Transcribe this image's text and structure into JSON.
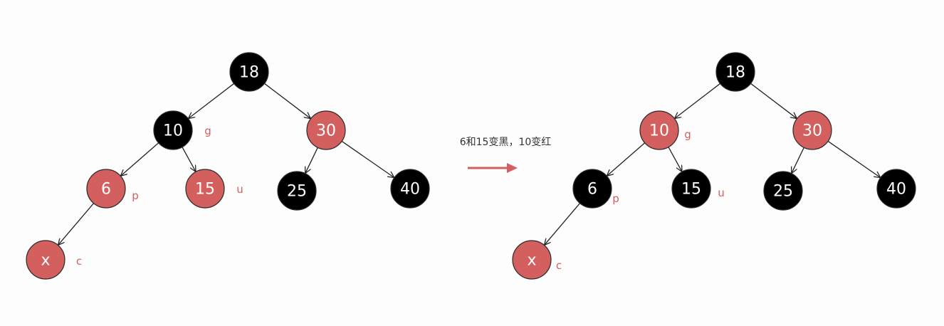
{
  "colors": {
    "red_node": "#d35f5f",
    "black_node": "#000000",
    "node_stroke": "#2a2a2a",
    "node_text": "#ffffff",
    "tag_text": "#d35f5f",
    "edge": "#222222",
    "arrow": "#d35f5f",
    "caption_text": "#333333"
  },
  "transition": {
    "caption": "6和15变黑，10变红"
  },
  "before": {
    "nodes": [
      {
        "id": "n18",
        "label": "18",
        "color": "black",
        "tag": ""
      },
      {
        "id": "n10",
        "label": "10",
        "color": "black",
        "tag": "g"
      },
      {
        "id": "n30",
        "label": "30",
        "color": "red",
        "tag": ""
      },
      {
        "id": "n6",
        "label": "6",
        "color": "red",
        "tag": "p"
      },
      {
        "id": "n15",
        "label": "15",
        "color": "red",
        "tag": "u"
      },
      {
        "id": "n25",
        "label": "25",
        "color": "black",
        "tag": ""
      },
      {
        "id": "n40",
        "label": "40",
        "color": "black",
        "tag": ""
      },
      {
        "id": "nx",
        "label": "x",
        "color": "red",
        "tag": "c"
      }
    ],
    "edges": [
      [
        "n18",
        "n10"
      ],
      [
        "n18",
        "n30"
      ],
      [
        "n10",
        "n6"
      ],
      [
        "n10",
        "n15"
      ],
      [
        "n30",
        "n25"
      ],
      [
        "n30",
        "n40"
      ],
      [
        "n6",
        "nx"
      ]
    ]
  },
  "after": {
    "nodes": [
      {
        "id": "n18",
        "label": "18",
        "color": "black",
        "tag": ""
      },
      {
        "id": "n10",
        "label": "10",
        "color": "red",
        "tag": "g"
      },
      {
        "id": "n30",
        "label": "30",
        "color": "red",
        "tag": ""
      },
      {
        "id": "n6",
        "label": "6",
        "color": "black",
        "tag": "p"
      },
      {
        "id": "n15",
        "label": "15",
        "color": "black",
        "tag": "u"
      },
      {
        "id": "n25",
        "label": "25",
        "color": "black",
        "tag": ""
      },
      {
        "id": "n40",
        "label": "40",
        "color": "black",
        "tag": ""
      },
      {
        "id": "nx",
        "label": "x",
        "color": "red",
        "tag": "c"
      }
    ],
    "edges": [
      [
        "n18",
        "n10"
      ],
      [
        "n18",
        "n30"
      ],
      [
        "n10",
        "n6"
      ],
      [
        "n10",
        "n15"
      ],
      [
        "n30",
        "n25"
      ],
      [
        "n30",
        "n40"
      ],
      [
        "n6",
        "nx"
      ]
    ]
  }
}
